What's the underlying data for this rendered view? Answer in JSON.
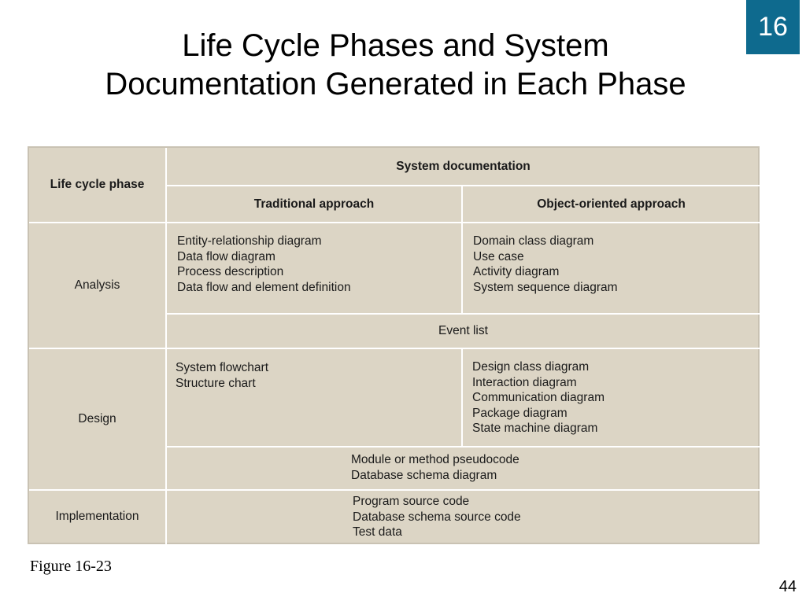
{
  "slide": {
    "badge": "16",
    "title_line1": "Life Cycle Phases and System",
    "title_line2": "Documentation Generated in Each Phase",
    "caption": "Figure 16-23",
    "page_number": "44"
  },
  "table": {
    "header_phase": "Life cycle phase",
    "header_system_doc": "System documentation",
    "header_traditional": "Traditional approach",
    "header_oo": "Object-oriented approach",
    "rows": {
      "analysis": {
        "phase": "Analysis",
        "traditional": [
          "Entity-relationship diagram",
          "Data flow diagram",
          "Process description",
          "Data flow and element definition"
        ],
        "oo": [
          "Domain class diagram",
          "Use case",
          "Activity diagram",
          "System sequence diagram"
        ],
        "shared": [
          "Event list"
        ]
      },
      "design": {
        "phase": "Design",
        "traditional": [
          "System flowchart",
          "Structure chart"
        ],
        "oo": [
          "Design class diagram",
          "Interaction diagram",
          "Communication diagram",
          "Package diagram",
          "State machine diagram"
        ],
        "shared": [
          "Module or method pseudocode",
          "Database schema diagram"
        ]
      },
      "implementation": {
        "phase": "Implementation",
        "shared": [
          "Program source code",
          "Database schema source code",
          "Test data"
        ]
      }
    }
  }
}
